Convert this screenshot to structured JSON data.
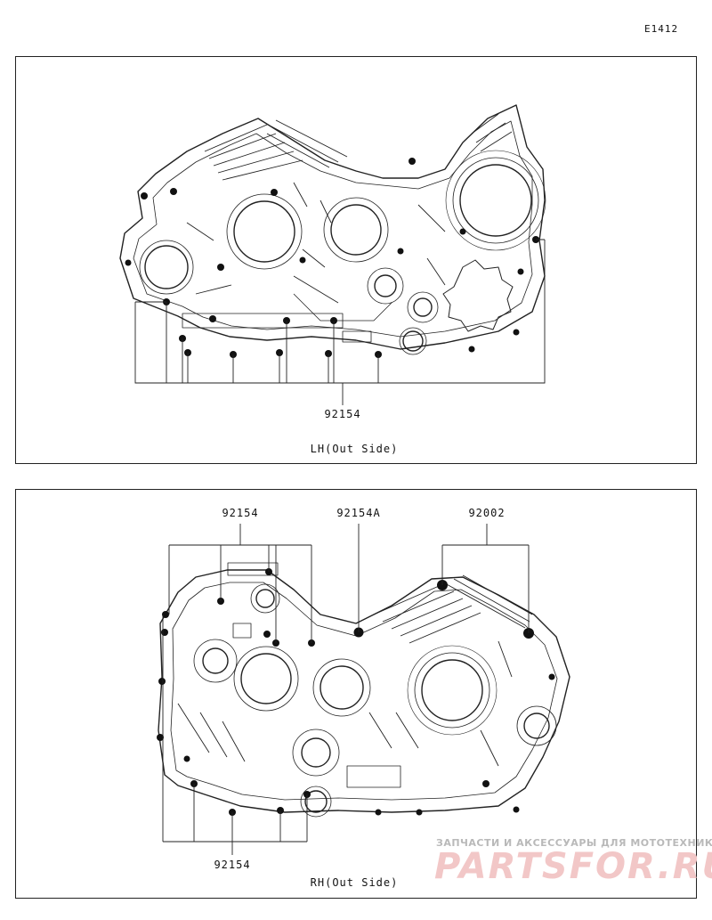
{
  "figure_code": "E1412",
  "panels": [
    {
      "id": "lh",
      "caption": "LH(Out Side)",
      "callouts": [
        {
          "part": "92154"
        }
      ]
    },
    {
      "id": "rh",
      "caption": "RH(Out Side)",
      "callouts": [
        {
          "part": "92154"
        },
        {
          "part": "92154A"
        },
        {
          "part": "92002"
        },
        {
          "part": "92154"
        }
      ]
    }
  ],
  "watermark": {
    "tagline": "ЗАПЧАСТИ И АКСЕССУАРЫ ДЛЯ МОТОТЕХНИКИ",
    "logo": "PARTSFOR.RU"
  },
  "colors": {
    "line": "#222222",
    "bolt": "#111111",
    "watermark_text": "#b9b9b9",
    "watermark_logo": "#f2c7c7"
  }
}
